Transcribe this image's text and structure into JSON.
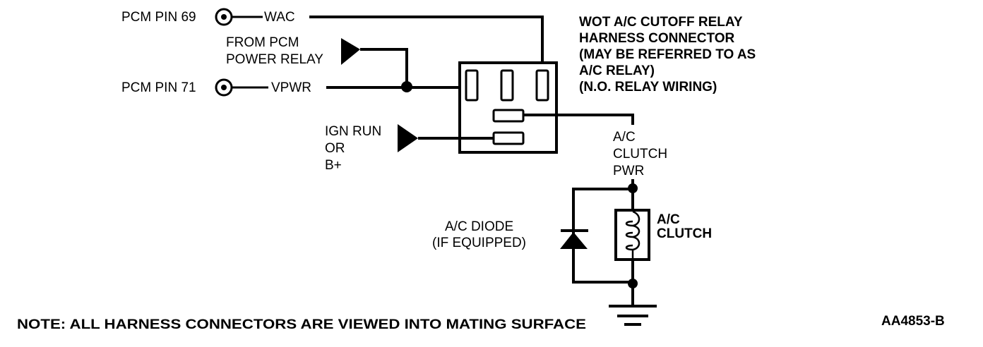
{
  "diagram": {
    "type": "wiring-schematic",
    "connector_title": [
      "WOT A/C CUTOFF RELAY",
      "HARNESS CONNECTOR",
      "(MAY BE REFERRED TO AS",
      "A/C RELAY)",
      "(N.O. RELAY WIRING)"
    ],
    "inputs": {
      "pcm_pin_69": {
        "label": "PCM PIN 69",
        "circuit": "WAC"
      },
      "pcm_pin_71": {
        "label": "PCM PIN 71",
        "circuit": "VPWR"
      },
      "pcm_power_relay": {
        "lines": [
          "FROM PCM",
          "POWER RELAY"
        ]
      },
      "ign_run": {
        "lines": [
          "IGN RUN",
          "OR",
          "B+"
        ]
      }
    },
    "output": {
      "lines": [
        "A/C",
        "CLUTCH",
        "PWR"
      ]
    },
    "diode": {
      "lines": [
        "A/C DIODE",
        "(IF EQUIPPED)"
      ]
    },
    "clutch": {
      "lines": [
        "A/C",
        "CLUTCH"
      ]
    },
    "note": "NOTE: ALL HARNESS CONNECTORS ARE VIEWED INTO MATING SURFACE",
    "figure_id": "AA4853-B"
  }
}
